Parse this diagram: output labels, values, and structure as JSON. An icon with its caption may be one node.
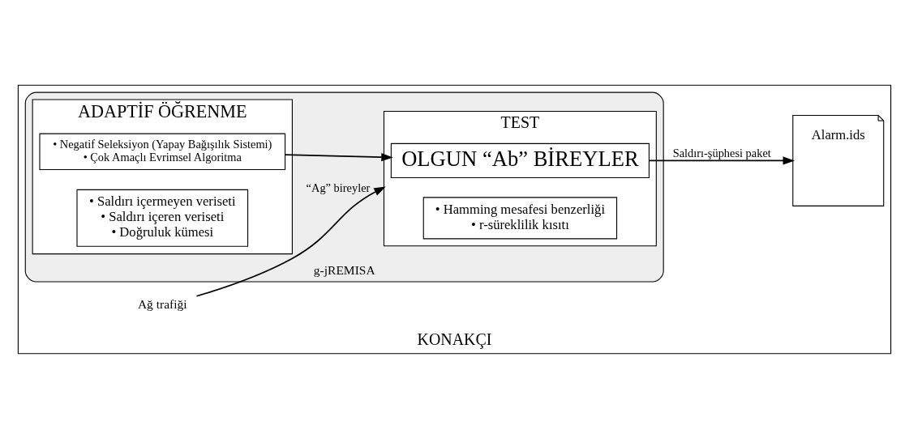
{
  "diagram": {
    "nodes": [
      {
        "text": [
          "KONAKÇI"
        ]
      },
      {
        "text": [
          "Ağ trafiği"
        ],
        "in": 0
      },
      {
        "text": [
          "g-jREMISA"
        ],
        "in": 0
      },
      {
        "text": [
          "ADAPTİF ÖĞRENME"
        ],
        "in": 2
      },
      {
        "text": [
          "• Negatif Seleksiyon (Yapay Bağışılık Sistemi)",
          "• Çok Amaçlı Evrimsel Algoritma"
        ],
        "in": 3
      },
      {
        "text": [
          "• Saldırı içermeyen veriseti",
          "• Saldırı içeren veriseti",
          "• Doğruluk kümesi"
        ],
        "in": 3
      },
      {
        "text": [
          "TEST"
        ],
        "in": 2
      },
      {
        "text": [
          "OLGUN “Ab” BİREYLER"
        ],
        "in": 6
      },
      {
        "text": [
          "• Hamming mesafesi benzerliği",
          "• r-süreklilik kısıtı"
        ],
        "in": 6
      },
      {
        "text": [
          "Alarm.ids"
        ],
        "in": 0
      }
    ],
    "edges": [
      {
        "from": 1,
        "to": 6,
        "arrow": "to",
        "label": "“Ag” bireyler"
      },
      {
        "from": 4,
        "to": 7,
        "arrow": "to"
      },
      {
        "from": 7,
        "to": 9,
        "arrow": "to",
        "label": "Saldırı-şüphesi paket"
      }
    ]
  }
}
